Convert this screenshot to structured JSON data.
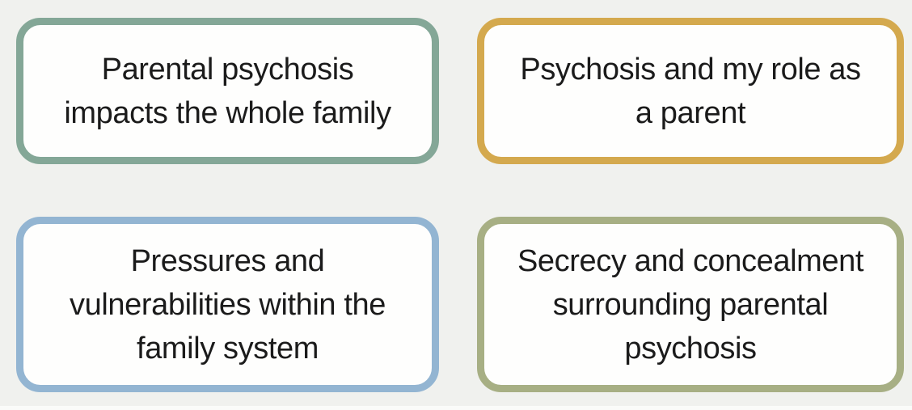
{
  "figure": {
    "background_color": "#f0f1ee",
    "box_fill_color": "#fefefd",
    "text_color": "#1b1b1b",
    "boxes": [
      {
        "name": "theme-parental-psychosis-impacts-family",
        "border_color": "#84a797",
        "lines": [
          "Parental psychosis",
          "impacts the whole family"
        ]
      },
      {
        "name": "theme-psychosis-and-my-role-as-parent",
        "border_color": "#d4a94e",
        "lines": [
          "Psychosis and my role as",
          "a parent"
        ]
      },
      {
        "name": "theme-pressures-and-vulnerabilities",
        "border_color": "#93b5d2",
        "lines": [
          "Pressures and",
          "vulnerabilities within the",
          "family system"
        ]
      },
      {
        "name": "theme-secrecy-and-concealment",
        "border_color": "#a7af84",
        "lines": [
          "Secrecy and concealment",
          "surrounding parental",
          "psychosis"
        ]
      }
    ]
  }
}
